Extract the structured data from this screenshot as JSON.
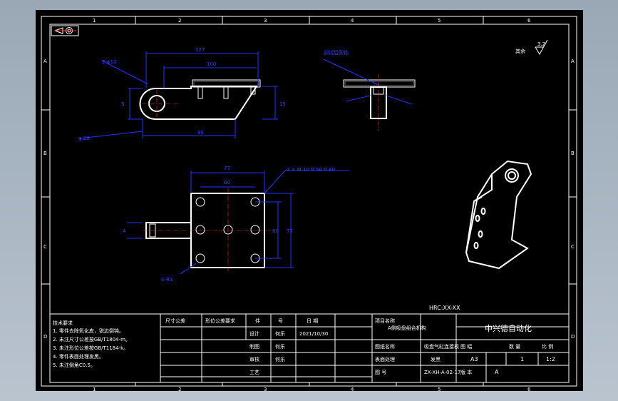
{
  "border": {
    "col_numbers": [
      "1",
      "2",
      "3",
      "4",
      "5",
      "6"
    ],
    "row_letters": [
      "A",
      "B",
      "C",
      "D"
    ]
  },
  "dims": {
    "top_overall": "127",
    "top_inner": "100",
    "hole_dia": "2-φ10",
    "thickness": "5",
    "height_side": "15",
    "bottom_length": "95",
    "left_tol": "φ.20",
    "side_view_callout": "调试后配钻",
    "plan_width": "77",
    "plan_inner": "60",
    "plan_holes": "4 × M 10 ∇ 50   ∇ 60",
    "plan_height": "77",
    "plan_inner_h": "60",
    "plan_left": "4",
    "plan_small": "4-R3"
  },
  "roughness": {
    "symbol": "3.2",
    "note": "其余"
  },
  "hardness": "HRC:XX-XX",
  "notes": {
    "title": "技术要求",
    "lines": [
      "1. 零件去除氧化皮，锐边倒钝。",
      "2. 未注尺寸公差按GB/T1804-m。",
      "3. 未注形位公差按GB/T1184-k。",
      "4. 零件表面处理发黑。",
      "5. 未注倒角C0.5。"
    ]
  },
  "titleblock": {
    "h_std": "尺寸公差",
    "h_geo": "形位公差要求",
    "h_count": "件",
    "h_mark": "号",
    "h_date": "日 期",
    "design_lbl": "设计",
    "design_name": "何乐",
    "design_date": "2021/10/30",
    "draw_lbl": "制图",
    "draw_name": "何乐",
    "check_lbl": "审核",
    "check_name": "何乐",
    "proc_lbl": "工艺",
    "project_lbl": "项目名称",
    "project_val": "A侧吸盘组合机构",
    "part_lbl": "图纸名称",
    "part_val": "吸盘气缸连接板",
    "surface_lbl": "表面处理",
    "surface_val": "发黑",
    "code_lbl": "图 号",
    "code_val": "ZX-XH-A-02-17",
    "company": "中兴德自动化",
    "size_lbl": "图 幅",
    "size_val": "A3",
    "qty_lbl": "数 量",
    "qty_val": "1",
    "scale_lbl": "比 例",
    "scale_val": "1:2",
    "ver_lbl": "版 本",
    "ver_val": "A"
  }
}
